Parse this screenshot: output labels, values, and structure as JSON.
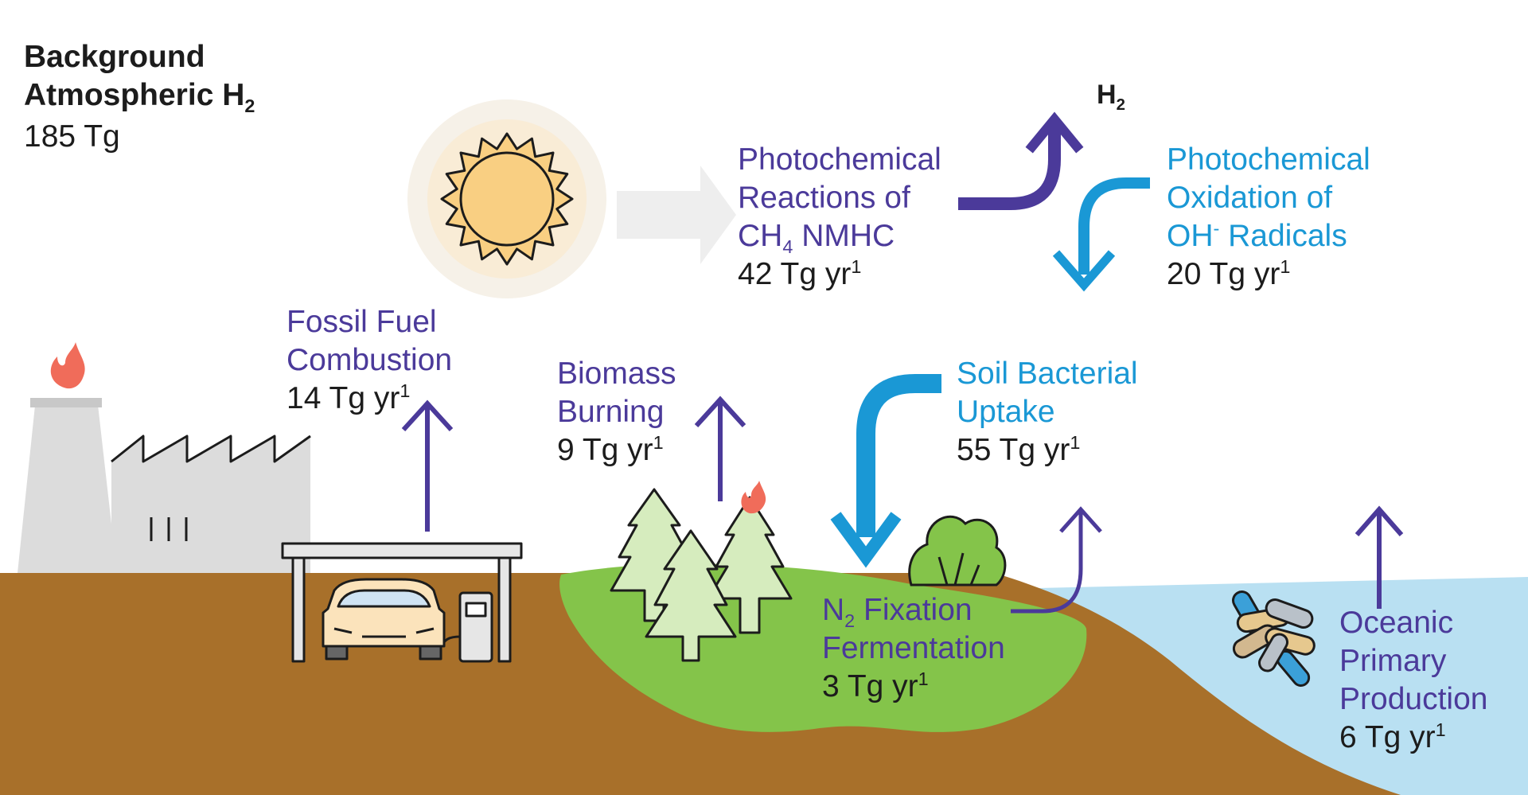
{
  "background": {
    "title_line1": "Background",
    "title_line2": "Atmospheric H",
    "title_sub": "2",
    "value": "185 Tg"
  },
  "h2_label": {
    "text": "H",
    "sub": "2"
  },
  "photochem_reactions": {
    "line1": "Photochemical",
    "line2": "Reactions of",
    "line3_a": "CH",
    "line3_sub": "4",
    "line3_b": " NMHC",
    "value": "42 Tg yr",
    "value_sup": "1"
  },
  "photochem_oxidation": {
    "line1": "Photochemical",
    "line2": "Oxidation of",
    "line3_a": "OH",
    "line3_sup": "-",
    "line3_b": " Radicals",
    "value": "20 Tg yr",
    "value_sup": "1"
  },
  "fossil_fuel": {
    "line1": "Fossil Fuel",
    "line2": "Combustion",
    "value": "14 Tg yr",
    "value_sup": "1"
  },
  "biomass": {
    "line1": "Biomass",
    "line2": "Burning",
    "value": "9 Tg yr",
    "value_sup": "1"
  },
  "soil_uptake": {
    "line1": "Soil Bacterial",
    "line2": "Uptake",
    "value": "55 Tg yr",
    "value_sup": "1"
  },
  "n2_fixation": {
    "line1_a": "N",
    "line1_sub": "2",
    "line1_b": " Fixation",
    "line2": "Fermentation",
    "value": "3 Tg yr",
    "value_sup": "1"
  },
  "oceanic": {
    "line1": "Oceanic",
    "line2": "Primary",
    "line3": "Production",
    "value": "6 Tg yr",
    "value_sup": "1"
  },
  "colors": {
    "source_purple": "#4b3a9a",
    "sink_blue": "#1a98d5",
    "soil_brown": "#a8702a",
    "grass_green": "#84c44a",
    "ocean_blue": "#b9e0f2",
    "sun_yellow": "#f9cf82"
  }
}
